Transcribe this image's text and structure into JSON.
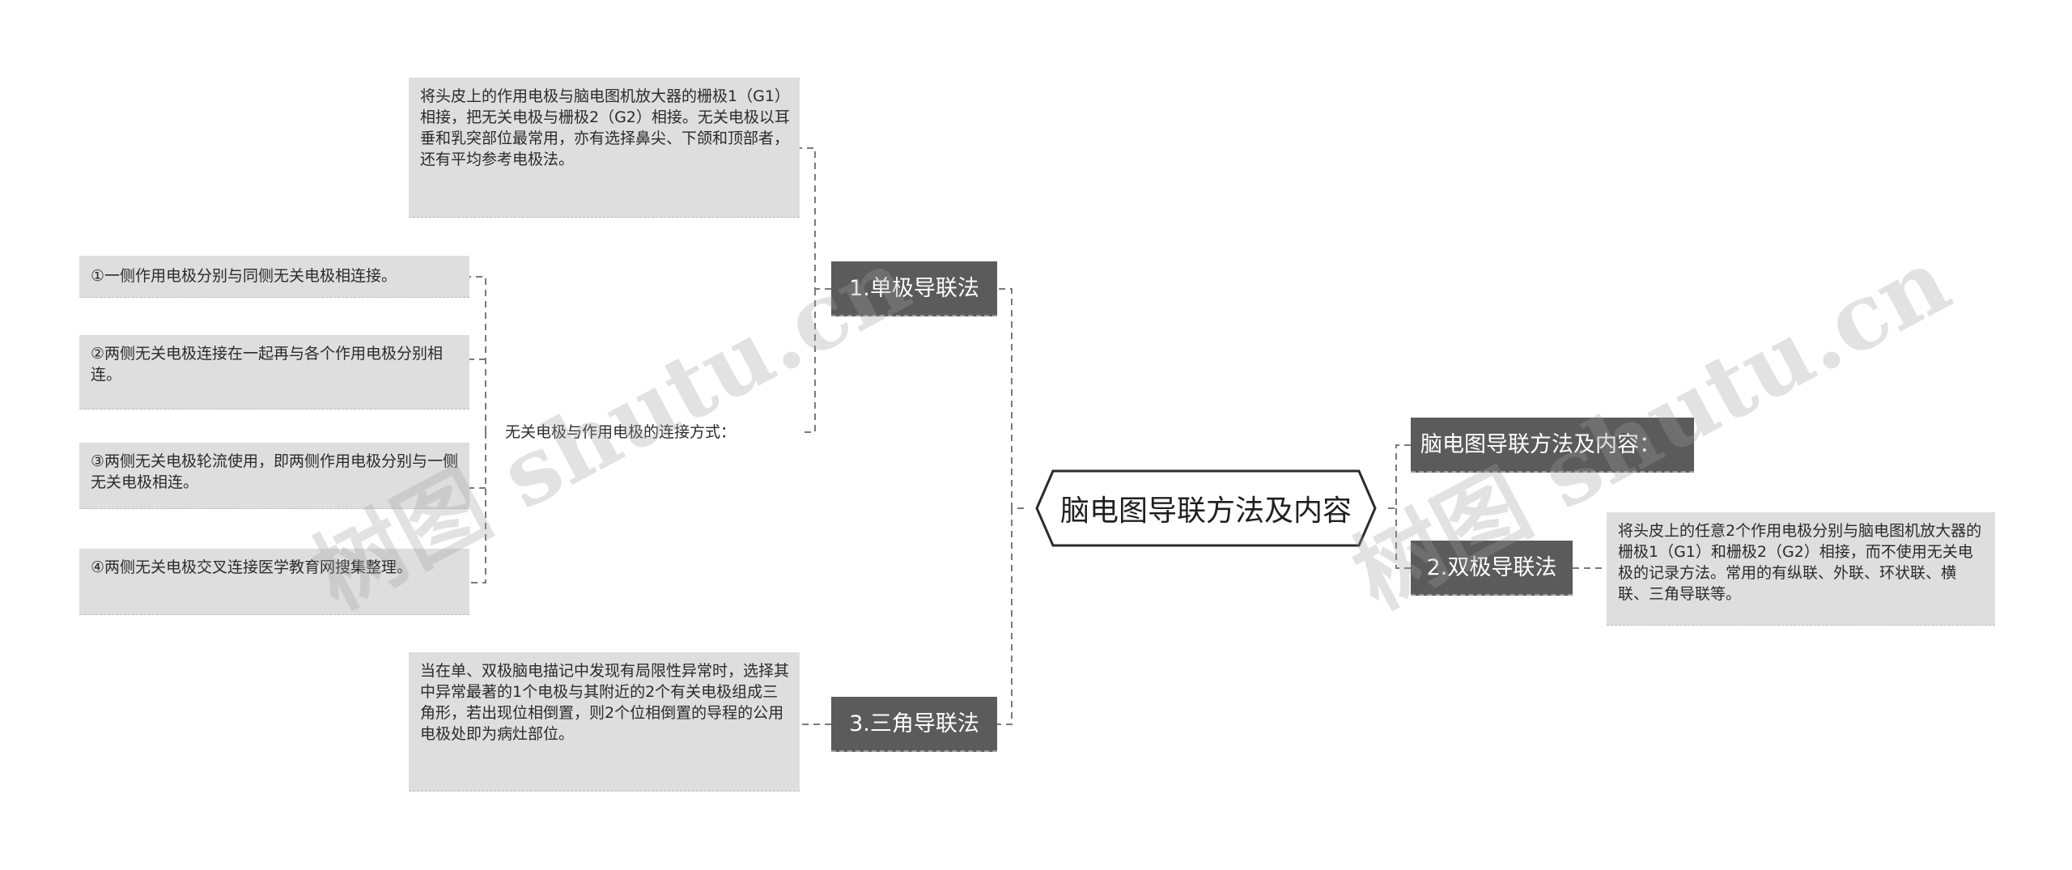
{
  "root": {
    "label": "脑电图导联方法及内容"
  },
  "branches": {
    "mono": {
      "label": "1.单极导联法",
      "desc": "将头皮上的作用电极与脑电图机放大器的栅极1（G1）相接，把无关电极与栅极2（G2）相接。无关电极以耳垂和乳突部位最常用，亦有选择鼻尖、下颌和顶部者，还有平均参考电极法。",
      "sub_label": "无关电极与作用电极的连接方式：",
      "methods": [
        "①一侧作用电极分别与同侧无关电极相连接。",
        "②两侧无关电极连接在一起再与各个作用电极分别相连。",
        "③两侧无关电极轮流使用，即两侧作用电极分别与一侧无关电极相连。",
        "④两侧无关电极交叉连接医学教育网搜集整理。"
      ]
    },
    "tri": {
      "label": "3.三角导联法",
      "desc": "当在单、双极脑电描记中发现有局限性异常时，选择其中异常最著的1个电极与其附近的2个有关电极组成三角形，若出现位相倒置，则2个位相倒置的导程的公用电极处即为病灶部位。"
    },
    "title": {
      "label": "脑电图导联方法及内容："
    },
    "bi": {
      "label": "2.双极导联法",
      "desc": "将头皮上的任意2个作用电极分别与脑电图机放大器的栅极1（G1）和栅极2（G2）相接，而不使用无关电极的记录方法。常用的有纵联、外联、环状联、横联、三角导联等。"
    }
  },
  "watermark": "树图 shutu.cn",
  "colors": {
    "branch_fill": "#5b5b5b",
    "leaf_fill": "#dedede",
    "connector": "#7a7a7a"
  }
}
